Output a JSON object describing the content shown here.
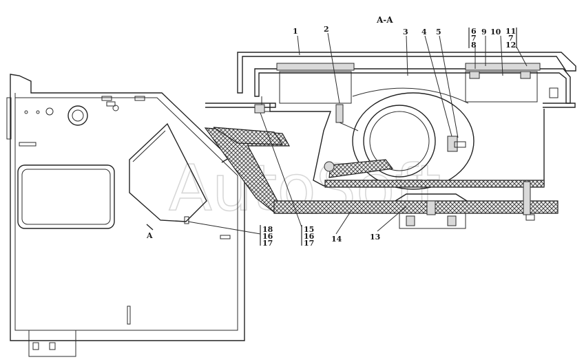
{
  "section_title": "A-A",
  "watermark": "AutoSoft",
  "section_marks": [
    "A",
    "A"
  ],
  "callouts": {
    "c1": "1",
    "c2": "2",
    "c3": "3",
    "c4": "4",
    "c5": "5",
    "c9": "9",
    "c10": "10",
    "c13": "13",
    "c14": "14"
  },
  "callout_groups": {
    "g6_7_8": [
      "6",
      "7",
      "8"
    ],
    "g11_7_12": [
      "11",
      "7",
      "12"
    ],
    "g18_16_17": [
      "18",
      "16",
      "17"
    ],
    "g15_16_17": [
      "15",
      "16",
      "17"
    ]
  }
}
